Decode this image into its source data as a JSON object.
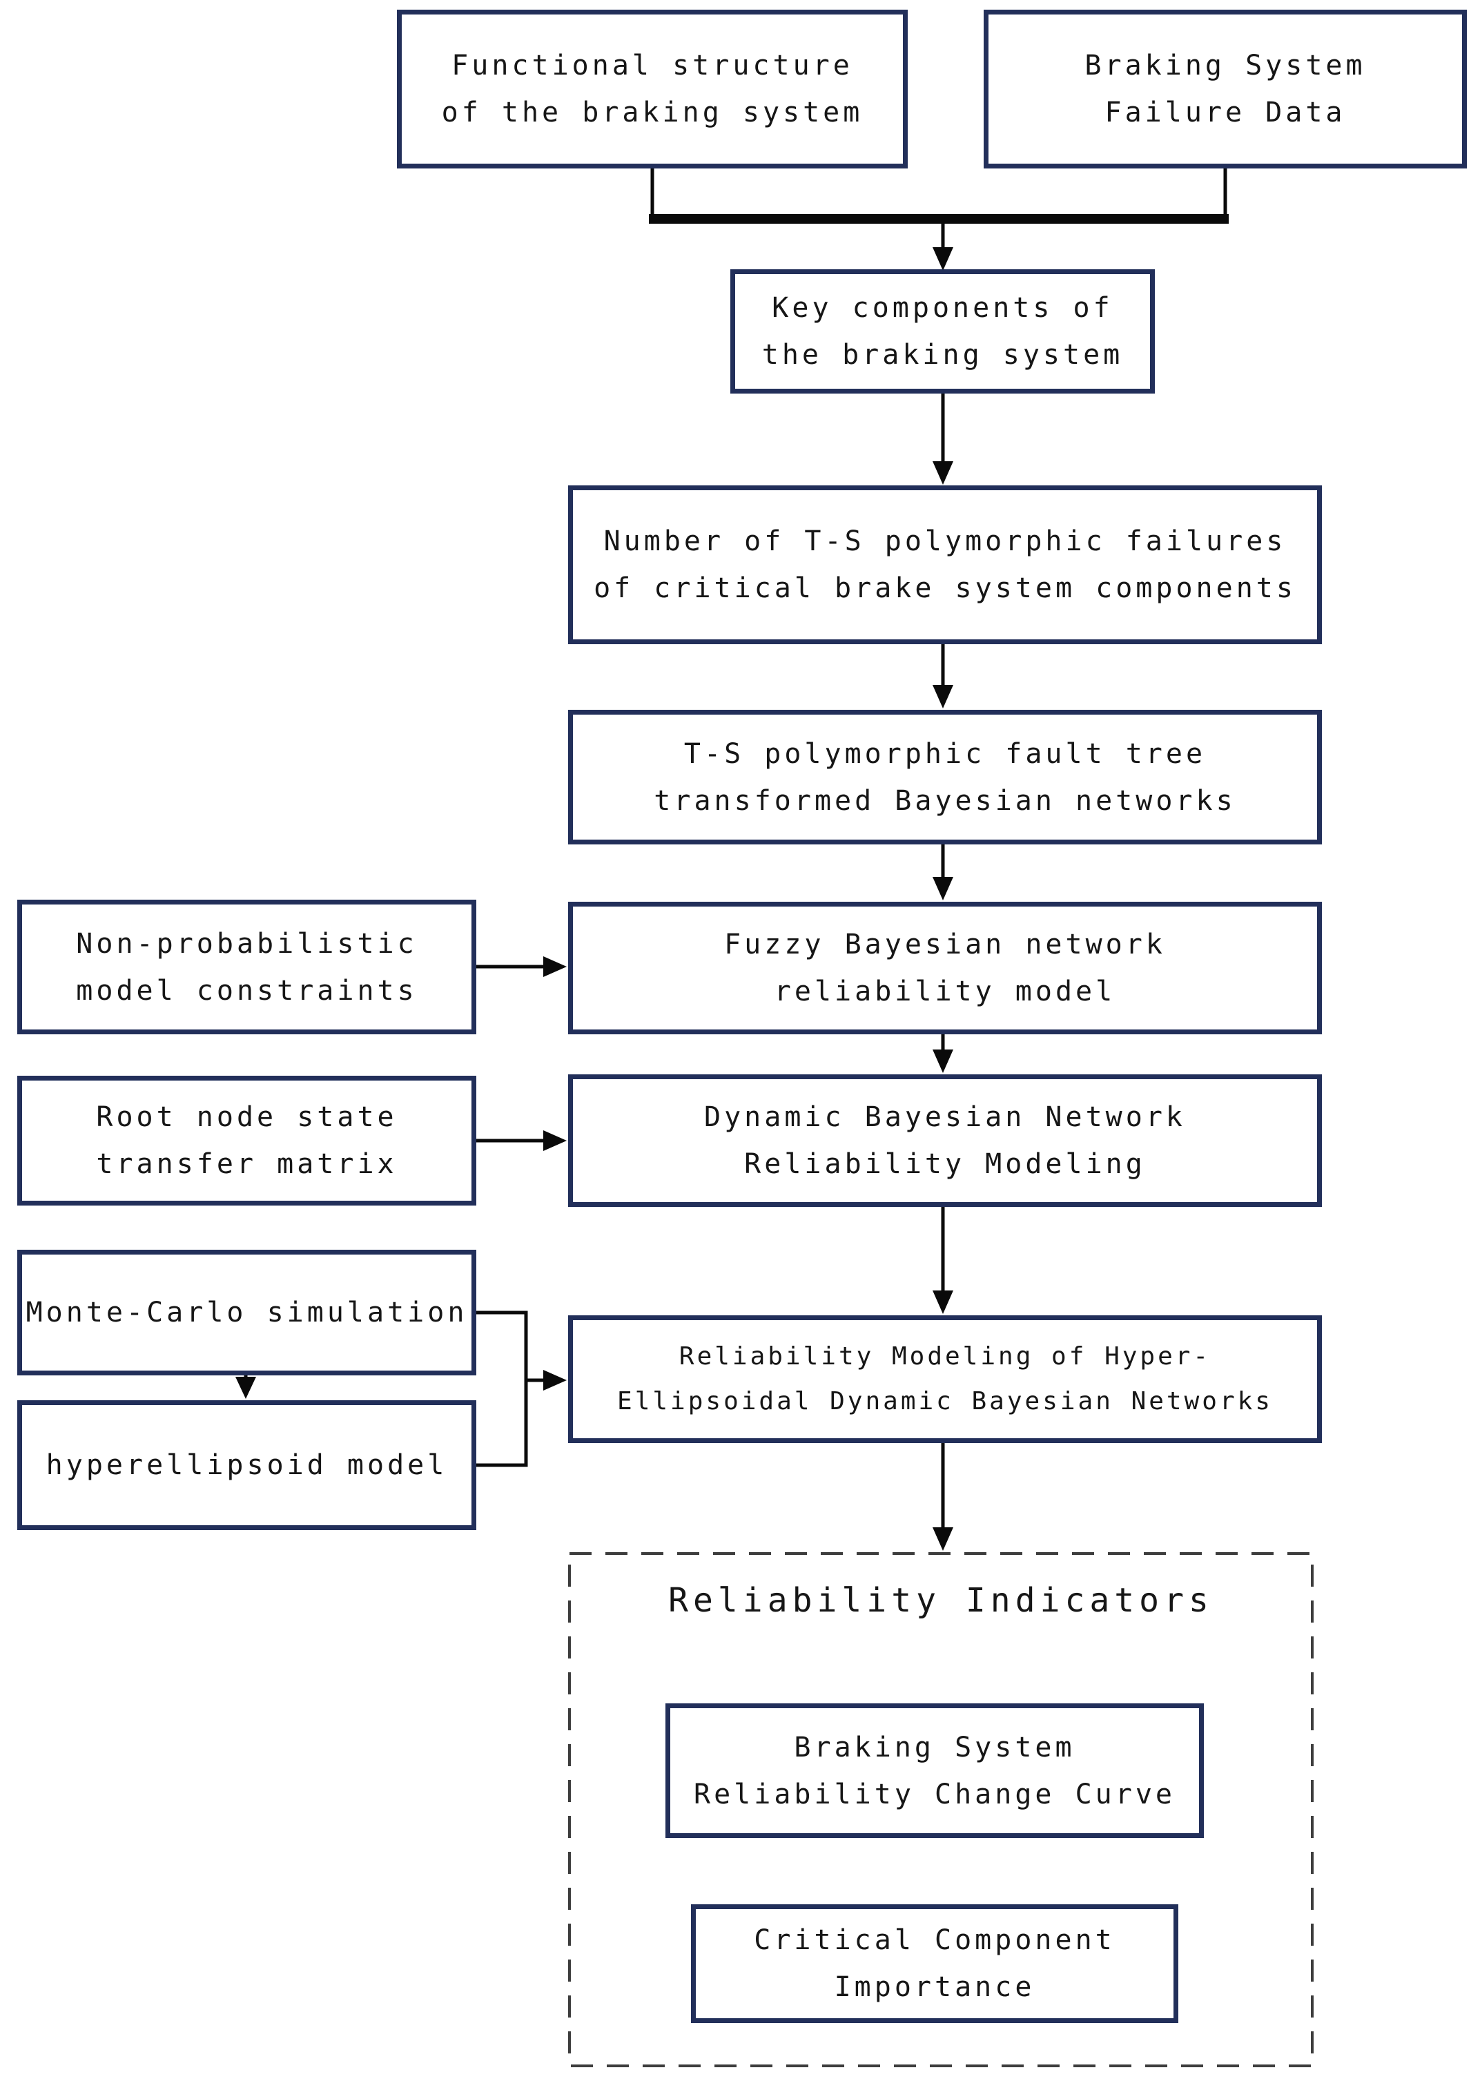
{
  "flowchart": {
    "nodes": {
      "functional_structure": {
        "lines": [
          "Functional structure",
          "of the braking system"
        ]
      },
      "failure_data": {
        "lines": [
          "Braking System",
          "Failure Data"
        ]
      },
      "key_components": {
        "lines": [
          "Key components of",
          "the braking system"
        ]
      },
      "ts_failures": {
        "lines": [
          "Number of T-S polymorphic failures",
          "of critical brake system components"
        ]
      },
      "ts_fault_tree": {
        "lines": [
          "T-S polymorphic fault tree",
          "transformed Bayesian networks"
        ]
      },
      "non_probabilistic": {
        "lines": [
          "Non-probabilistic",
          "model constraints"
        ]
      },
      "fuzzy_bn": {
        "lines": [
          "Fuzzy Bayesian network",
          "reliability model"
        ]
      },
      "root_node": {
        "lines": [
          "Root node state",
          "transfer matrix"
        ]
      },
      "dynamic_bn": {
        "lines": [
          "Dynamic Bayesian Network",
          "Reliability Modeling"
        ]
      },
      "monte_carlo": {
        "lines": [
          "Monte-Carlo simulation"
        ]
      },
      "hyperellipsoid": {
        "lines": [
          "hyperellipsoid model"
        ]
      },
      "hyper_ellipsoidal_dbn": {
        "lines": [
          "Reliability Modeling of Hyper-",
          "Ellipsoidal Dynamic Bayesian Networks"
        ]
      }
    },
    "indicators_group": {
      "title": "Reliability Indicators",
      "nodes": {
        "braking_curve": {
          "lines": [
            "Braking System",
            "Reliability Change Curve"
          ]
        },
        "critical_importance": {
          "lines": [
            "Critical Component",
            "Importance"
          ]
        }
      }
    },
    "colors": {
      "box_border": "#222f5a",
      "text": "#161616",
      "connector": "#0a0a0a",
      "dashed_border": "#3d3d3d",
      "background": "#ffffff"
    }
  }
}
